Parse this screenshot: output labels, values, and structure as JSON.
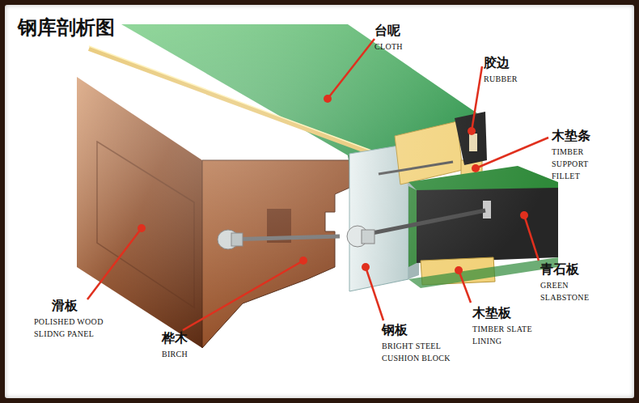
{
  "diagram": {
    "title": "钢库剖析图",
    "labels": [
      "台呢",
      "CLOTH",
      "胶边",
      "RUBBER",
      "木垫条",
      "TIMBER SUPPORT FILLET",
      "青石板",
      "GREEN SLABSTONE",
      "木垫板",
      "TIMBER SLATE LINING",
      "钢板",
      "BRIGHT STEEL CUSHION BLOCK",
      "桦木",
      "BIRCH",
      "滑板",
      "POLISHED WOOD SLIDNG PANEL"
    ]
  }
}
